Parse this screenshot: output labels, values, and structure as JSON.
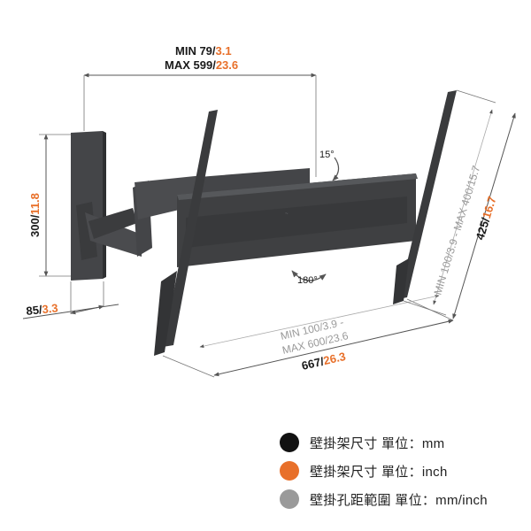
{
  "colors": {
    "mount": "#3f4042",
    "mount_dark": "#2b2c2e",
    "mount_light": "#56585b",
    "dimension_line": "#555555",
    "text_black": "#1a1a1a",
    "accent_orange": "#e8702a",
    "hole_gray": "#999999"
  },
  "dimensions": {
    "top_min_label": "MIN 79/",
    "top_min_inch": "3.1",
    "top_max_label": "MAX 599/",
    "top_max_inch": "23.6",
    "left_height_mm": "300/",
    "left_height_inch": "11.8",
    "bottom_depth_mm": "85/",
    "bottom_depth_inch": "3.3",
    "tilt_label": "15°",
    "swivel_label": "180°",
    "hole_h_min": "MIN 100/",
    "hole_h_min_inch": "3.9 -",
    "hole_h_max": "MAX 600/",
    "hole_h_max_inch": "23.6",
    "width_mm": "667/",
    "width_inch": "26.3",
    "hole_v_min": "MIN 100/",
    "hole_v_min_inch": "3.9",
    "hole_v_sep": " - MAX 400/",
    "hole_v_max_inch": "15.7",
    "height_mm": "425/",
    "height_inch": "16.7"
  },
  "legend": [
    {
      "color": "#111111",
      "label": "壁掛架尺寸 單位：mm"
    },
    {
      "color": "#e8702a",
      "label": "壁掛架尺寸 單位：inch"
    },
    {
      "color": "#9a9a9a",
      "label": "壁掛孔距範圍 單位：mm/inch"
    }
  ]
}
